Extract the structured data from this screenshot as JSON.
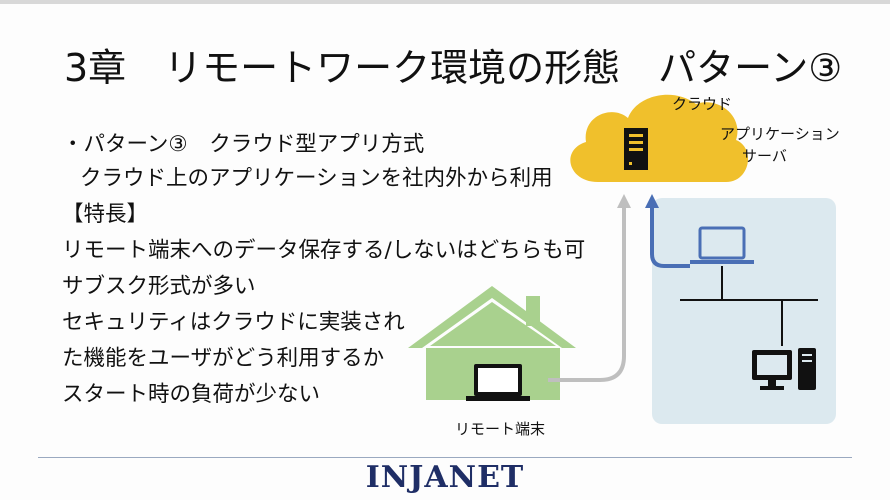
{
  "slide": {
    "title": "3章　リモートワーク環境の形態　パターン③",
    "lines": [
      "・パターン③　クラウド型アプリ方式",
      "クラウド上のアプリケーションを社内外から利用",
      "【特長】",
      "リモート端末へのデータ保存する/しないはどちらも可",
      "サブスク形式が多い",
      "セキュリティはクラウドに実装され",
      "た機能をユーザがどう利用するか",
      "スタート時の負荷が少ない"
    ]
  },
  "diagram": {
    "cloud_label": "クラウド",
    "server_label_line1": "アプリケーション",
    "server_label_line2": "サーバ",
    "remote_label": "リモート端末",
    "colors": {
      "cloud": "#f0c02c",
      "office_bg": "#dce9ef",
      "house": "#a9d18e",
      "office_arrow": "#4a6fb5",
      "remote_arrow": "#bfbfbf"
    }
  },
  "footer": {
    "logo": "INJANET"
  }
}
